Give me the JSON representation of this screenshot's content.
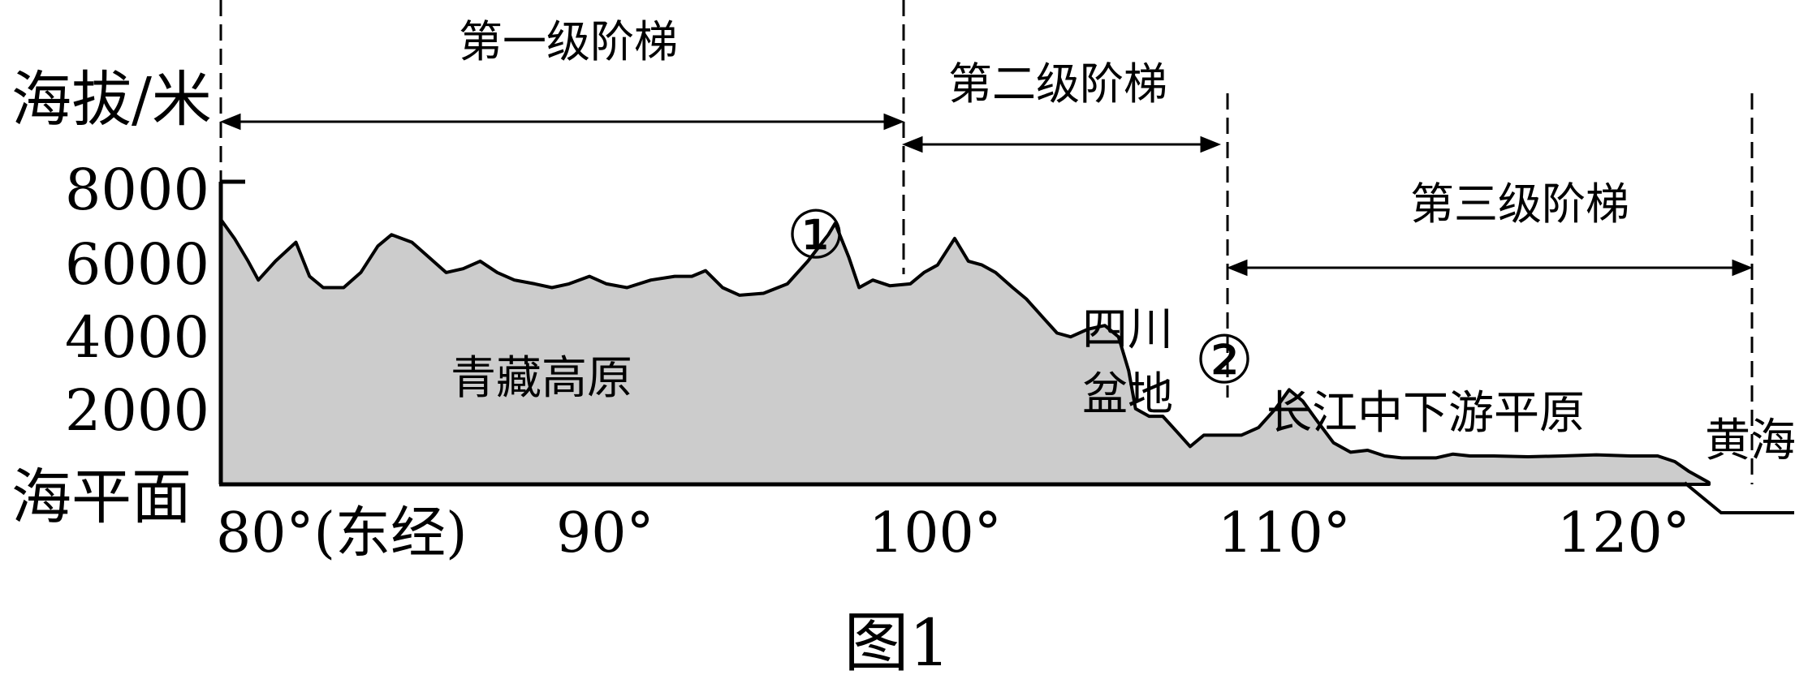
{
  "figure_caption": "图1",
  "y_axis": {
    "label": "海拔/米",
    "baseline_label": "海平面",
    "ticks": [
      "8000",
      "6000",
      "4000",
      "2000"
    ]
  },
  "x_axis": {
    "ticks": [
      "80°(东经)",
      "90°",
      "100°",
      "110°",
      "120°"
    ]
  },
  "steps": [
    {
      "label": "第一级阶梯"
    },
    {
      "label": "第二级阶梯"
    },
    {
      "label": "第三级阶梯"
    }
  ],
  "regions": {
    "plateau": "青藏高原",
    "basin_line1": "四川",
    "basin_line2": "盆地",
    "plain": "长江中下游平原",
    "sea": "黄海"
  },
  "markers": [
    {
      "label": "①"
    },
    {
      "label": "②"
    }
  ],
  "colors": {
    "terrain_fill": "#cccccc",
    "stroke": "#000000",
    "background": "#ffffff"
  },
  "profile": {
    "lon_range": [
      80,
      123
    ],
    "elevation_range_m": [
      0,
      8000
    ],
    "points": [
      [
        80.0,
        7000
      ],
      [
        80.4,
        6500
      ],
      [
        80.8,
        5900
      ],
      [
        81.1,
        5400
      ],
      [
        81.6,
        5900
      ],
      [
        82.2,
        6400
      ],
      [
        82.6,
        5500
      ],
      [
        83.0,
        5200
      ],
      [
        83.6,
        5200
      ],
      [
        84.1,
        5600
      ],
      [
        84.6,
        6300
      ],
      [
        85.0,
        6600
      ],
      [
        85.6,
        6400
      ],
      [
        86.1,
        6000
      ],
      [
        86.6,
        5600
      ],
      [
        87.1,
        5700
      ],
      [
        87.6,
        5900
      ],
      [
        88.1,
        5600
      ],
      [
        88.6,
        5400
      ],
      [
        89.2,
        5300
      ],
      [
        89.7,
        5200
      ],
      [
        90.2,
        5300
      ],
      [
        90.8,
        5500
      ],
      [
        91.3,
        5300
      ],
      [
        91.9,
        5200
      ],
      [
        92.6,
        5400
      ],
      [
        93.3,
        5500
      ],
      [
        93.8,
        5500
      ],
      [
        94.2,
        5650
      ],
      [
        94.7,
        5200
      ],
      [
        95.2,
        5000
      ],
      [
        95.9,
        5050
      ],
      [
        96.6,
        5300
      ],
      [
        97.2,
        5900
      ],
      [
        97.8,
        6600
      ],
      [
        98.0,
        6900
      ],
      [
        98.4,
        6000
      ],
      [
        98.7,
        5200
      ],
      [
        99.1,
        5400
      ],
      [
        99.6,
        5250
      ],
      [
        100.2,
        5300
      ],
      [
        100.6,
        5600
      ],
      [
        101.0,
        5800
      ],
      [
        101.5,
        6500
      ],
      [
        101.9,
        5900
      ],
      [
        102.3,
        5800
      ],
      [
        102.7,
        5600
      ],
      [
        103.2,
        5200
      ],
      [
        103.6,
        4900
      ],
      [
        104.1,
        4400
      ],
      [
        104.5,
        4000
      ],
      [
        104.9,
        3900
      ],
      [
        105.4,
        4100
      ],
      [
        105.9,
        4200
      ],
      [
        106.3,
        3900
      ],
      [
        106.6,
        3000
      ],
      [
        106.8,
        2000
      ],
      [
        107.2,
        1800
      ],
      [
        107.6,
        1800
      ],
      [
        108.0,
        1400
      ],
      [
        108.4,
        1000
      ],
      [
        108.8,
        1300
      ],
      [
        109.3,
        1300
      ],
      [
        109.9,
        1300
      ],
      [
        110.4,
        1500
      ],
      [
        110.9,
        2000
      ],
      [
        111.3,
        2500
      ],
      [
        111.7,
        2200
      ],
      [
        112.1,
        1700
      ],
      [
        112.6,
        1100
      ],
      [
        113.1,
        850
      ],
      [
        113.6,
        900
      ],
      [
        114.1,
        750
      ],
      [
        114.6,
        700
      ],
      [
        115.1,
        700
      ],
      [
        115.6,
        700
      ],
      [
        116.1,
        800
      ],
      [
        116.6,
        750
      ],
      [
        117.3,
        750
      ],
      [
        118.3,
        730
      ],
      [
        119.3,
        750
      ],
      [
        120.3,
        780
      ],
      [
        121.3,
        750
      ],
      [
        122.1,
        750
      ],
      [
        122.6,
        600
      ],
      [
        123.0,
        350
      ],
      [
        123.6,
        50
      ]
    ]
  }
}
